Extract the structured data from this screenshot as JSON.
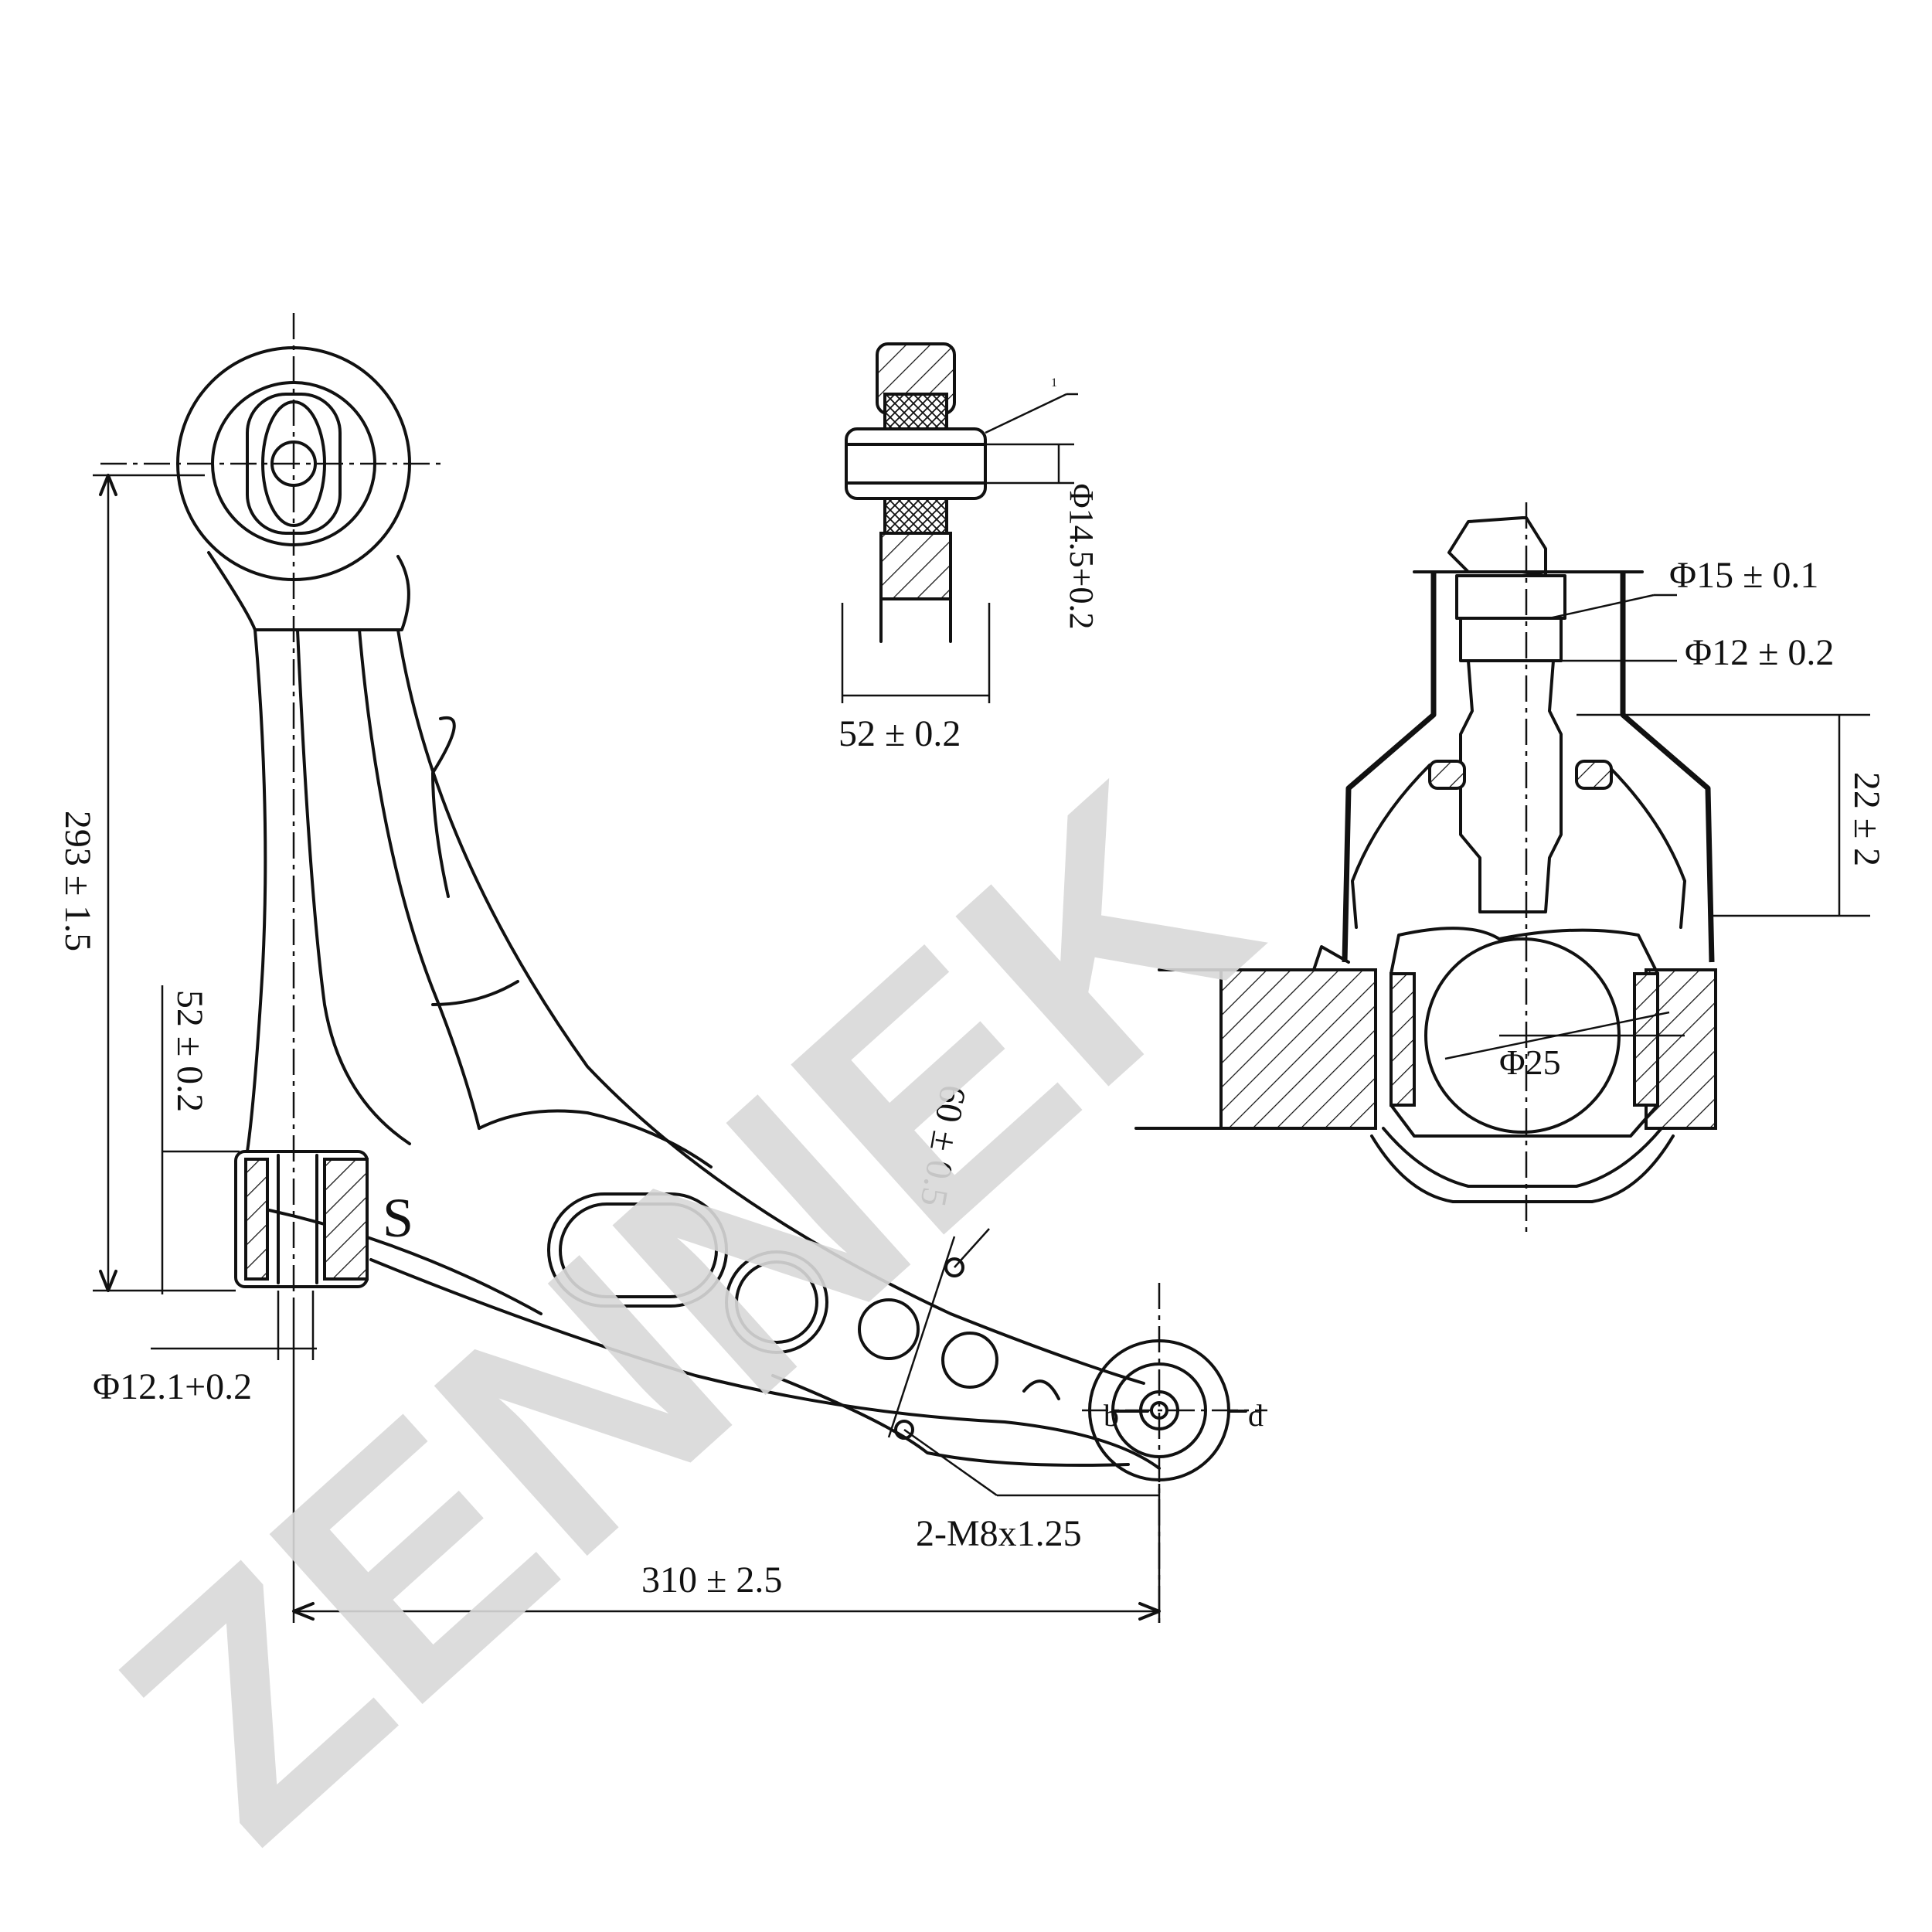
{
  "dimensions": {
    "bushing_diameter": "Φ14.5+0.2",
    "bushing_width": "52 ± 0.2",
    "stud_top_diameter": "Φ15 ± 0.1",
    "stud_neck_diameter": "Φ12 ± 0.2",
    "stud_height": "22 ± 2",
    "ball_diameter": "Φ25",
    "arm_height": "293 ± 1.5",
    "rear_bushing_width": "52 ± 0.2",
    "rear_bushing_bore": "Φ12.1+0.2",
    "bolt_spacing": "60 ± 0.5",
    "bolt_thread": "2-M8x1.25",
    "arm_length": "310 ± 2.5"
  },
  "markings": {
    "side_mark": "S",
    "leader_mark": "1",
    "point_b": "b",
    "point_d": "d"
  },
  "watermark": {
    "text": "ZENNEK",
    "color": "#d9d9d9"
  }
}
